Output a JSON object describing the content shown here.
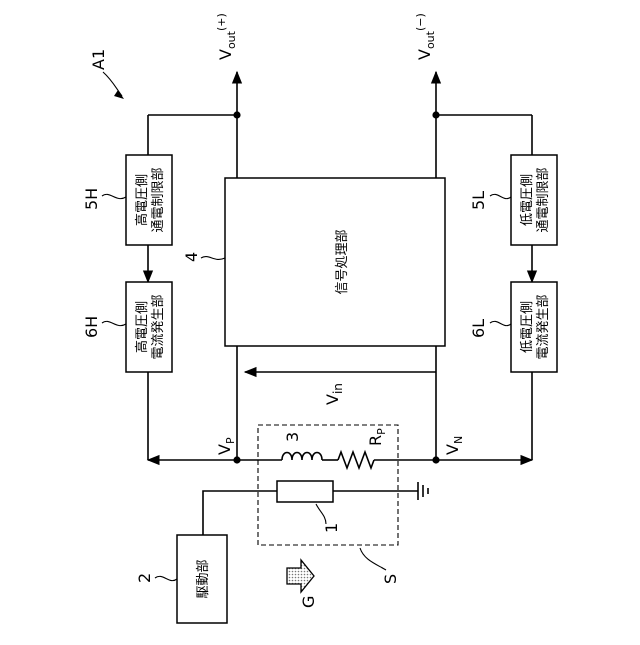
{
  "figure": {
    "ref": "A1",
    "vout_plus": {
      "main": "V",
      "sub": "out",
      "sup": "(+)"
    },
    "vout_minus": {
      "main": "V",
      "sub": "out",
      "sup": "(−)"
    },
    "vin": {
      "main": "V",
      "sub": "in"
    },
    "vp": {
      "main": "V",
      "sub": "P"
    },
    "vn": {
      "main": "V",
      "sub": "N"
    },
    "rp": {
      "main": "R",
      "sub": "P"
    },
    "coil_ref": "3",
    "element_ref": "1",
    "arrow_label": "G",
    "sensor_ref": "S"
  },
  "blocks": {
    "signal_processing": {
      "ref": "4",
      "text": "信号処理部"
    },
    "high_limit": {
      "ref": "5H",
      "line1": "高電圧側",
      "line2": "通電制限部"
    },
    "high_current": {
      "ref": "6H",
      "line1": "高電圧側",
      "line2": "電流発生部"
    },
    "low_limit": {
      "ref": "5L",
      "line1": "低電圧側",
      "line2": "通電制限部"
    },
    "low_current": {
      "ref": "6L",
      "line1": "低電圧側",
      "line2": "電流発生部"
    },
    "driver": {
      "ref": "2",
      "text": "駆動部"
    }
  }
}
